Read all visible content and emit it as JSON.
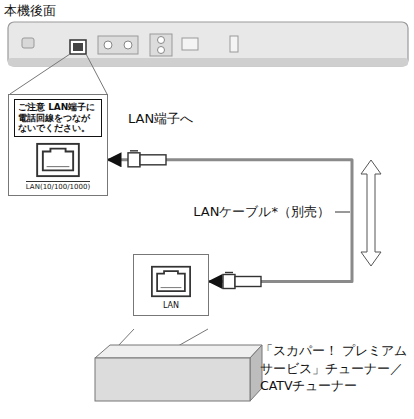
{
  "diagram": {
    "nodes": [
      {
        "text": [
          "ご注意 LAN端子に電話回線をつながないでください。",
          "LAN(10/100/1000)"
        ]
      },
      {
        "text": [
          "LAN"
        ]
      },
      {
        "text": [
          "「スカパー！ プレミアム サービス」チューナー／ CATVチューナー"
        ]
      }
    ],
    "edges": [
      {
        "from": 0,
        "to": 1,
        "arrow": "both",
        "label": "LANケーブル*（別売）"
      }
    ],
    "labels": [
      "本機後面",
      "LAN端子へ"
    ]
  }
}
